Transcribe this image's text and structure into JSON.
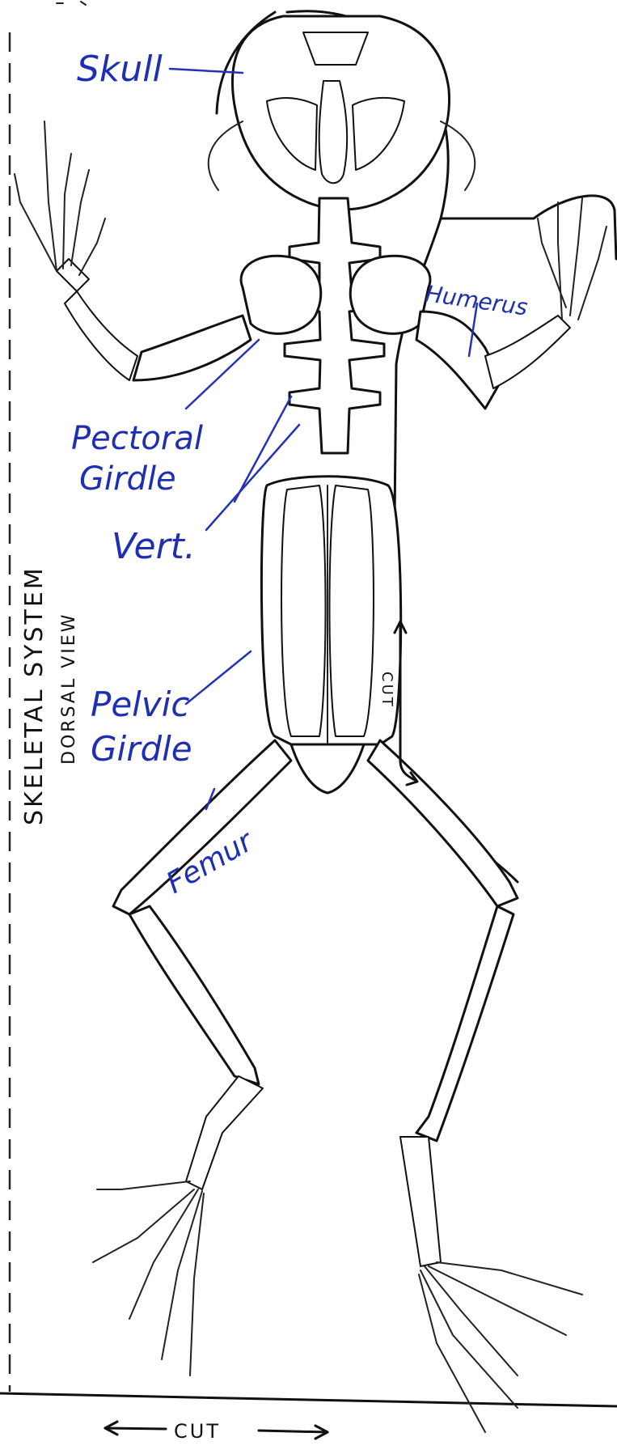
{
  "title": {
    "line1": "SKELETAL SYSTEM",
    "line2": "DORSAL VIEW"
  },
  "labels": {
    "skull": "Skull",
    "humerus": "Humerus",
    "pectoral_line1": "Pectoral",
    "pectoral_line2": "Girdle",
    "vert": "Vert.",
    "pelvic_line1": "Pelvic",
    "pelvic_line2": "Girdle",
    "femur": "Femur"
  },
  "cut_marks": {
    "side": "CUT",
    "bottom": "CUT"
  },
  "colors": {
    "ink": "#111111",
    "annotation": "#1f2fb3",
    "paper": "#ffffff"
  }
}
